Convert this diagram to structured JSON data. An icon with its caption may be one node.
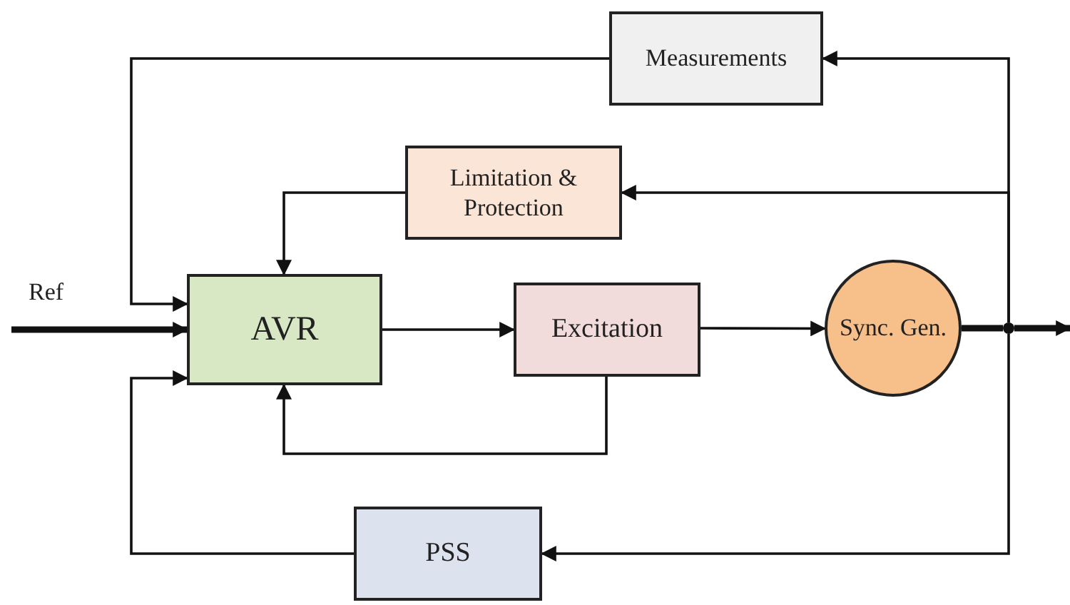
{
  "diagram": {
    "nodes": [
      {
        "text": [
          "Measurements"
        ]
      },
      {
        "text": [
          "Limitation & Protection"
        ]
      },
      {
        "text": [
          "AVR"
        ]
      },
      {
        "text": [
          "Excitation"
        ]
      },
      {
        "text": [
          "Sync. Gen."
        ]
      },
      {
        "text": [],
        "shape": "circle"
      },
      {
        "text": [
          "PSS"
        ]
      }
    ],
    "edges": [
      {
        "from": null,
        "to": 2,
        "arrow": "to",
        "label": "Ref",
        "style": "thick"
      },
      {
        "from": 0,
        "to": 2,
        "arrow": "to"
      },
      {
        "from": 1,
        "to": 2,
        "arrow": "to"
      },
      {
        "from": 3,
        "to": 2,
        "arrow": "to"
      },
      {
        "from": 6,
        "to": 2,
        "arrow": "to"
      },
      {
        "from": 2,
        "to": 3,
        "arrow": "to"
      },
      {
        "from": 3,
        "to": 4,
        "arrow": "to"
      },
      {
        "from": 4,
        "to": 5,
        "arrow": "none",
        "style": "thick"
      },
      {
        "from": 5,
        "to": null,
        "arrow": "to",
        "style": "thick"
      },
      {
        "from": 5,
        "to": 0,
        "arrow": "to"
      },
      {
        "from": 5,
        "to": 1,
        "arrow": "to"
      },
      {
        "from": 5,
        "to": 6,
        "arrow": "to"
      }
    ]
  }
}
